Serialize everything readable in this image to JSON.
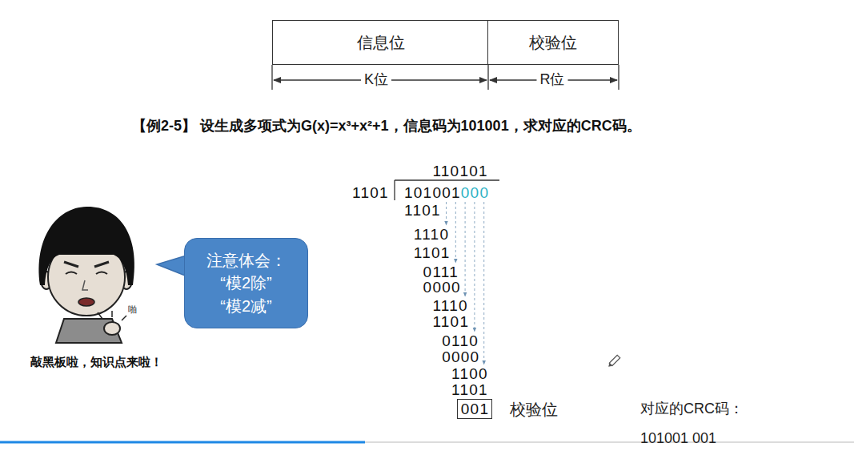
{
  "diagram": {
    "title": "【例2-5】 设生成多项式为G(x)=x³+x²+1，信息码为101001，求对应的CRC码。",
    "nodes": [
      {
        "text": [
          "信息位"
        ]
      },
      {
        "text": [
          "校验位"
        ]
      },
      {
        "text": [
          "注意体会：",
          "“模2除”",
          "“模2减”"
        ]
      },
      {
        "text": [
          "001"
        ]
      }
    ],
    "labels": [
      "K位",
      "R位",
      "110101",
      "1101",
      "101001",
      "000",
      "1101",
      "1110",
      "1101",
      "0111",
      "0000",
      "1110",
      "1101",
      "0110",
      "0000",
      "1100",
      "1101",
      "校验位",
      "啪",
      "敲黑板啦，知识点来啦！",
      "对应的CRC码：",
      "101001 001"
    ]
  }
}
